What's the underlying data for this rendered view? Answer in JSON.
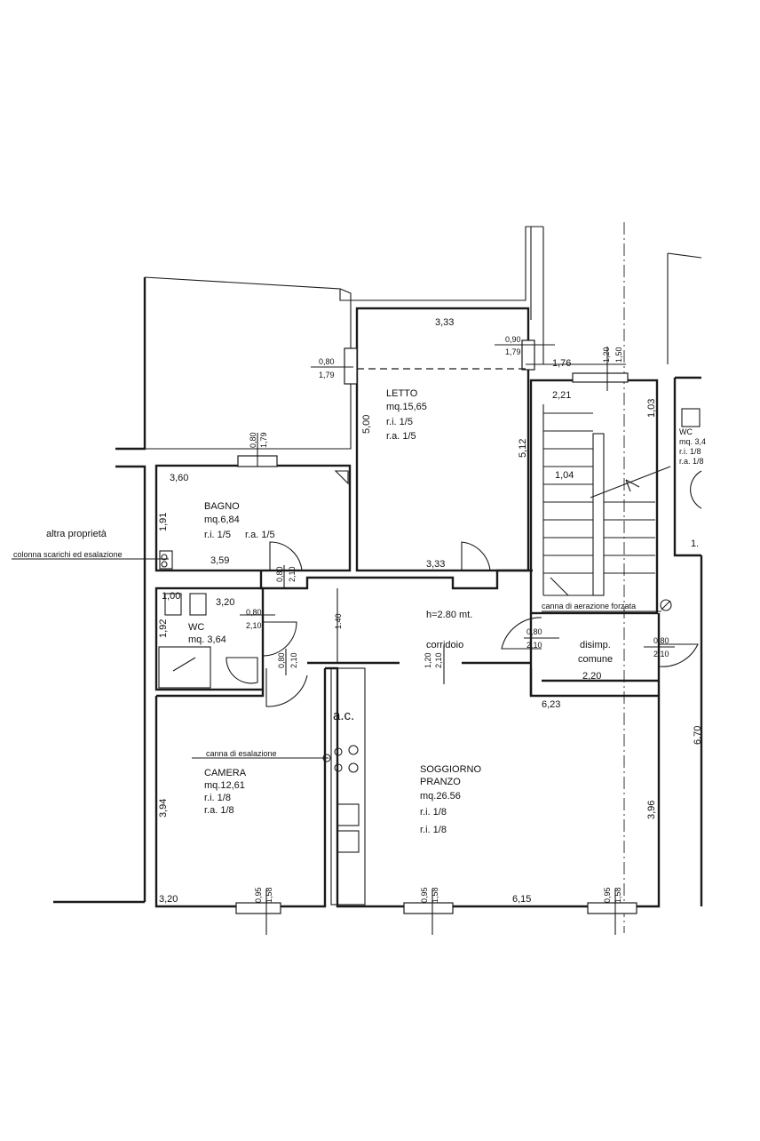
{
  "rooms": {
    "letto": {
      "name": "LETTO",
      "area": "mq.15,65",
      "ri": "r.i. 1/5",
      "ra": "r.a. 1/5"
    },
    "bagno": {
      "name": "BAGNO",
      "area": "mq.6,84",
      "ri": "r.i. 1/5",
      "ra": "r.a. 1/5"
    },
    "wc": {
      "name": "WC",
      "area": "mq. 3,64"
    },
    "camera": {
      "name": "CAMERA",
      "area": "mq.12,61",
      "ri": "r.i. 1/8",
      "ra": "r.a. 1/8"
    },
    "soggiorno": {
      "name1": "SOGGIORNO",
      "name2": "PRANZO",
      "area": "mq.26.56",
      "ri": "r.i. 1/8",
      "ri2": "r.i. 1/8"
    },
    "corridoio": {
      "name": "corridoio",
      "height": "h=2.80 mt."
    },
    "disimp": {
      "name1": "disimp.",
      "name2": "comune"
    },
    "wc2": {
      "name": "WC",
      "area": "mq. 3,4",
      "ri": "r.i. 1/8",
      "ra": "r.a. 1/8"
    }
  },
  "notes": {
    "altra": "altra proprietà",
    "colonna": "colonna scarichi ed esalazione",
    "canna_aerazione": "canna di aerazione forzata",
    "canna_esalazione": "canna di esalazione",
    "ac": "a.c."
  },
  "dims": {
    "d333_top": "3,33",
    "d090": "0,90",
    "d179_a": "1,79",
    "d080_l": "0,80",
    "d179_l": "1,79",
    "d176": "1,76",
    "d120_t": "1,20",
    "d150": "1,50",
    "d221": "2,21",
    "d103": "1,03",
    "d500": "5,00",
    "d512": "5,12",
    "d080_b": "0,80",
    "d179_b": "1,79",
    "d360": "3,60",
    "d104": "1,04",
    "d191": "1,91",
    "d359": "3,59",
    "d080_d": "0,80",
    "d210_d": "2,10",
    "d333_b": "3,33",
    "d100": "1,00",
    "d320_wc": "3,20",
    "d080_w": "0,80",
    "d210_w": "2,10",
    "d192": "1,92",
    "d140": "1.40",
    "d080_c": "0,80",
    "d210_c": "2,10",
    "d120_c": "1,20",
    "d210_k": "2,10",
    "d080_e": "0,80",
    "d210_e": "2,10",
    "d080_f": "0,80",
    "d210_f": "2,10",
    "d220": "2,20",
    "d623": "6,23",
    "d670": "6,70",
    "d394": "3,94",
    "d396": "3,96",
    "d320": "3,20",
    "d095_a": "0,95",
    "d158_a": "1,58",
    "d095_b": "0,95",
    "d158_b": "1,58",
    "d615": "6,15",
    "d095_c": "0,95",
    "d158_c": "1,58",
    "d1": "1."
  }
}
